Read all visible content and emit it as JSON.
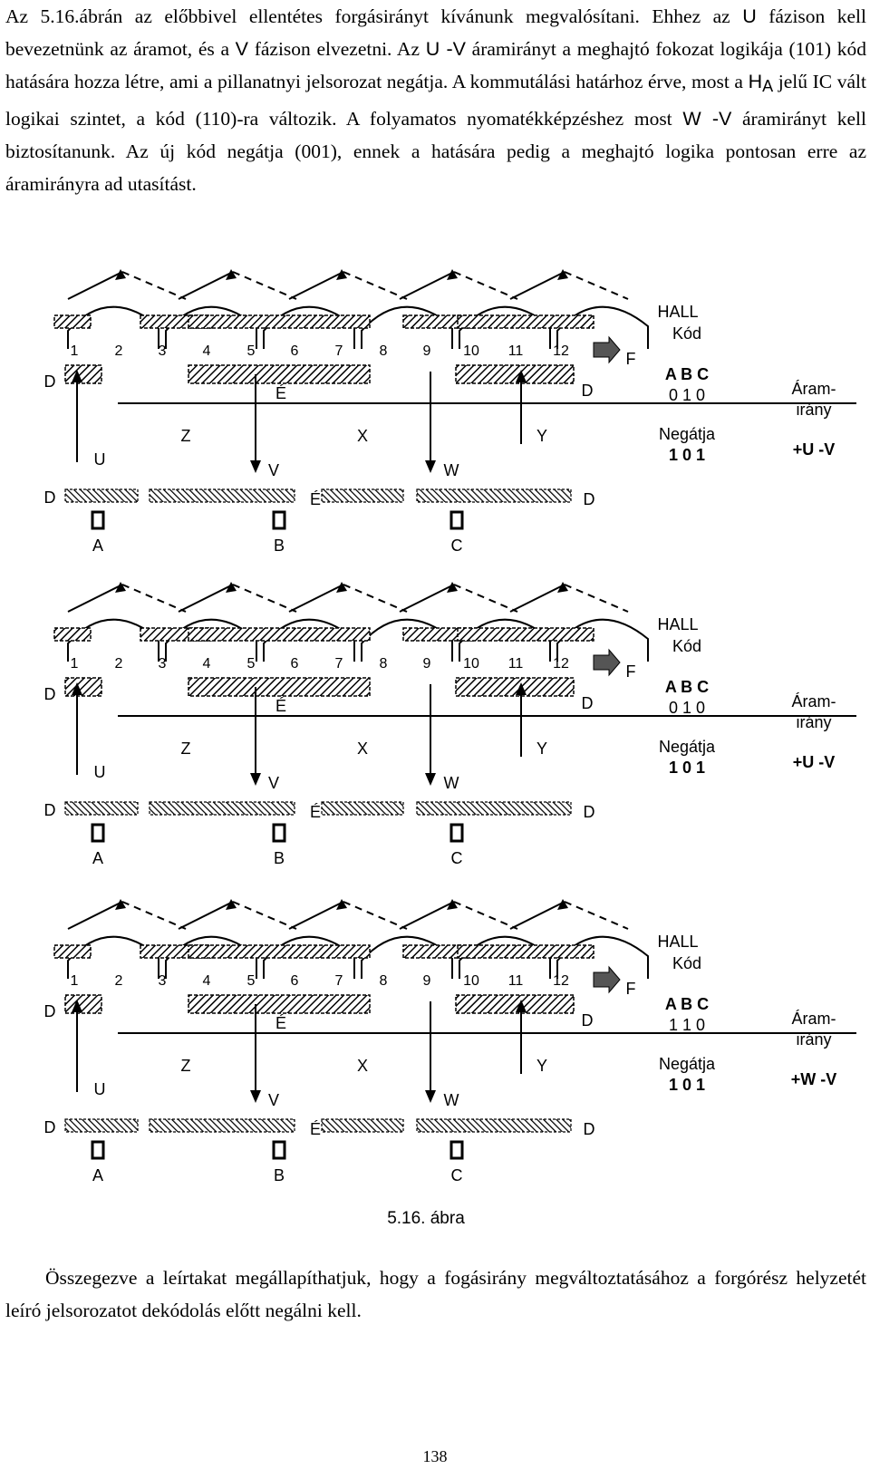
{
  "para_top": [
    {
      "t": "Az 5.16.ábrán az előbbivel ellentétes forgásirányt kívánunk megvalósítani. Ehhez az "
    },
    {
      "t": "U",
      "sans": true
    },
    {
      "t": " fázison kell bevezetnünk az áramot, és a "
    },
    {
      "t": "V",
      "sans": true
    },
    {
      "t": " fázison elvezetni. Az "
    },
    {
      "t": "U -V",
      "sans": true
    },
    {
      "t": " áramirányt a meghajtó fokozat logikája (101)  kód hatására hozza létre, ami a pillanatnyi jelsorozat negátja. A kommutálási határhoz érve, most a "
    },
    {
      "t": "H",
      "sans": true
    },
    {
      "t": "A",
      "sans": true,
      "sub": true
    },
    {
      "t": " jelű IC vált logikai szintet, a kód (110)-ra változik. A folyamatos nyomatékképzéshez most "
    },
    {
      "t": "W -V",
      "sans": true
    },
    {
      "t": " áramirányt kell biztosítanunk. Az új kód negátja (001), ennek a hatására pedig a meghajtó logika pontosan erre az áramirányra ad utasítást."
    }
  ],
  "figure": {
    "slot_numbers": [
      "1",
      "2",
      "3",
      "4",
      "5",
      "6",
      "7",
      "8",
      "9",
      "10",
      "11",
      "12"
    ],
    "phase_letters": {
      "U": "U",
      "V": "V",
      "W": "W",
      "X": "X",
      "Y": "Y",
      "Z": "Z"
    },
    "sensor_labels": [
      "A",
      "B",
      "C"
    ],
    "pole_D": "D",
    "pole_E": "É",
    "F_label": "F",
    "hall_label": "HALL",
    "kod_label": "Kód",
    "abc_label": "A B C",
    "negatja_label": "Negátja",
    "aram_label_1": "Áram-",
    "aram_label_2": "irány",
    "panels": [
      {
        "code": "0 1 0",
        "neg": "1 0 1",
        "dir": "+U -V"
      },
      {
        "code": "0 1 0",
        "neg": "1 0 1",
        "dir": "+U -V"
      },
      {
        "code": "1 1 0",
        "neg": "1 0 1",
        "dir": "+W -V"
      }
    ],
    "caption": "5.16. ábra"
  },
  "para_bottom": "Összegezve a leírtakat megállapíthatjuk, hogy a fogásirány megváltoztatásához a forgórész helyzetét leíró jelsorozatot dekódolás előtt negálni kell.",
  "page_number": "138"
}
